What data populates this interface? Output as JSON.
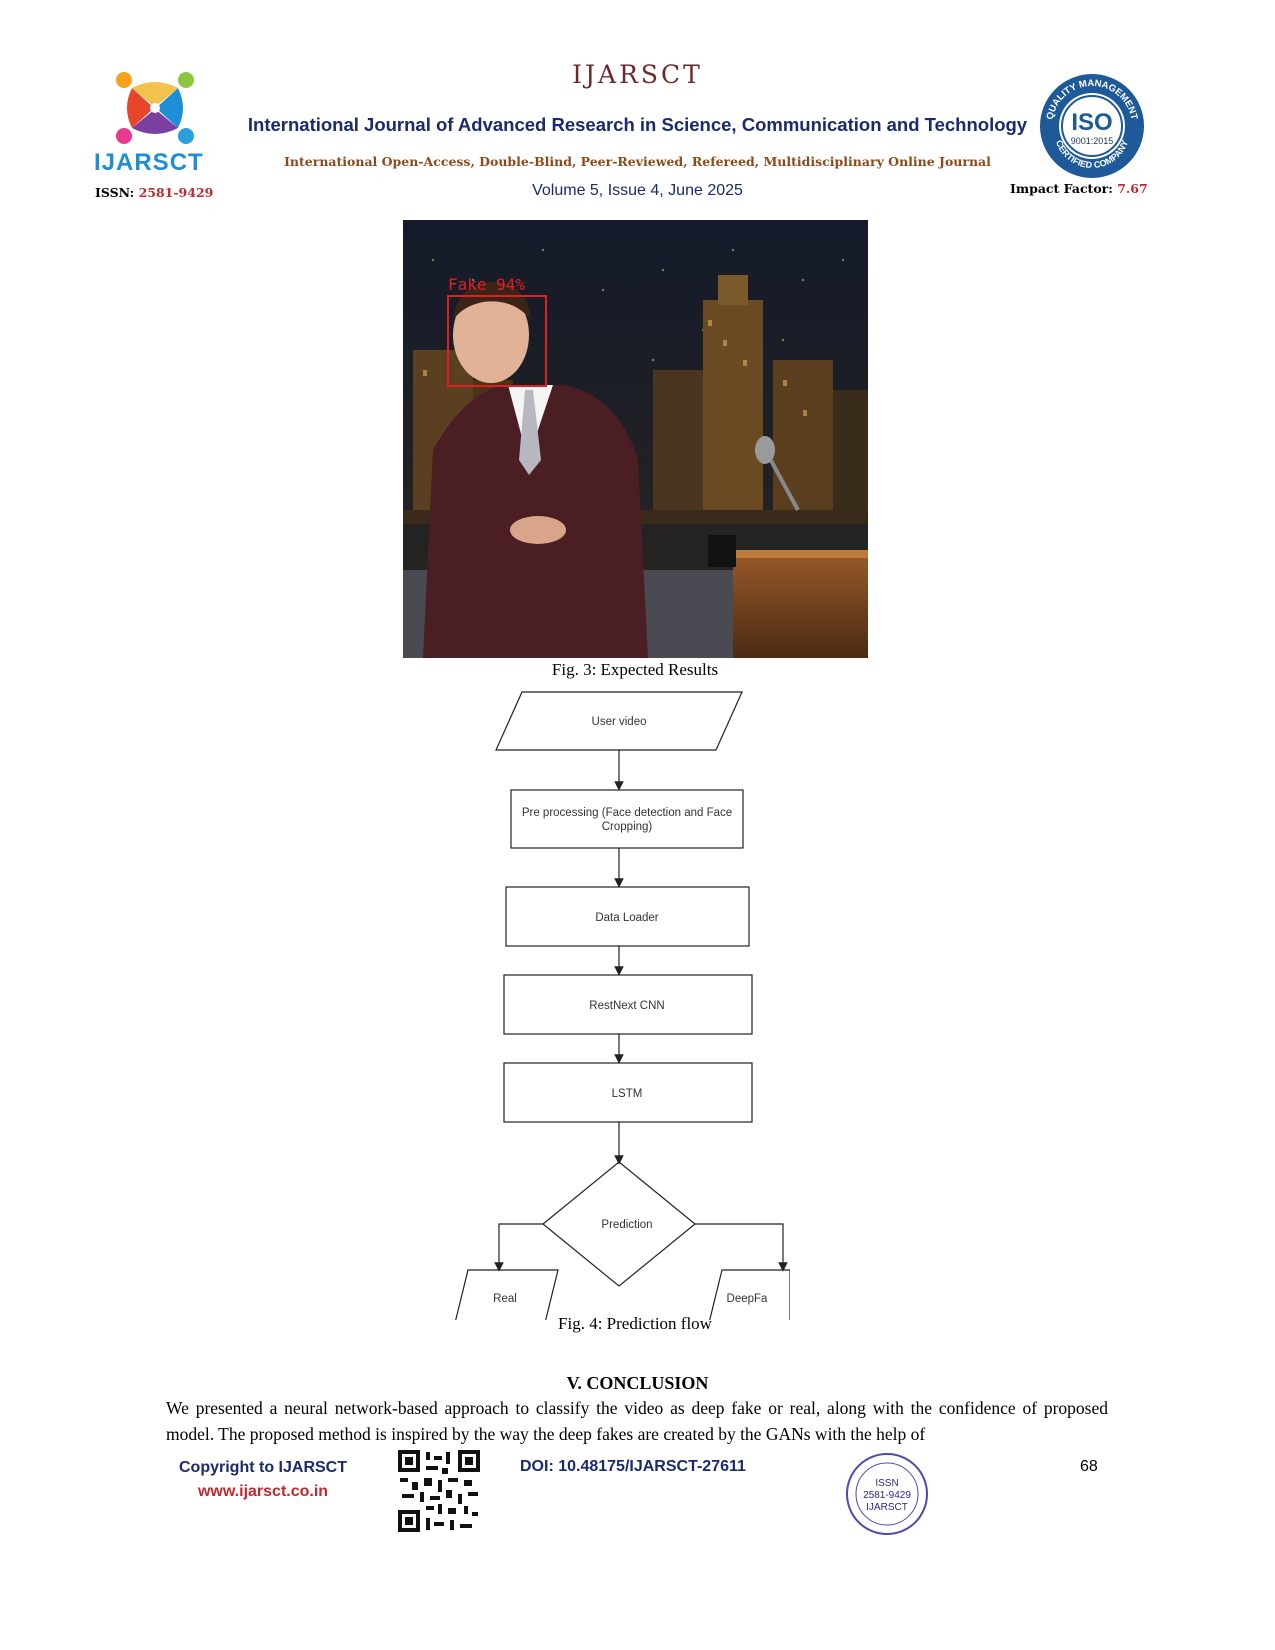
{
  "header": {
    "abbr": "IJARSCT",
    "logo_text": "IJARSCT",
    "journal_name": "International Journal of Advanced Research in Science, Communication and Technology",
    "journal_sub": "International Open-Access, Double-Blind, Peer-Reviewed, Refereed, Multidisciplinary Online Journal",
    "volume": "Volume 5, Issue 4, June 2025",
    "issn_label": "ISSN: ",
    "issn_value": "2581-9429",
    "impact_label": "Impact Factor: ",
    "impact_value": "7.67",
    "iso_big": "ISO",
    "iso_num": "9001:2015",
    "iso_ring_top": "QUALITY MANAGEMENT",
    "iso_ring_bottom": "CERTIFIED COMPANY"
  },
  "figure3": {
    "overlay_label": "Fake 94%",
    "caption": "Fig. 3: Expected Results"
  },
  "figure4": {
    "nodes": {
      "input": "User video",
      "preprocess_line1": "Pre processing (Face detection and Face",
      "preprocess_line2": "Cropping)",
      "loader": "Data Loader",
      "cnn": "RestNext CNN",
      "lstm": "LSTM",
      "decision": "Prediction",
      "out_real": "Real",
      "out_fake": "DeepFa"
    },
    "caption": "Fig. 4: Prediction flow"
  },
  "conclusion": {
    "title": "V. CONCLUSION",
    "text": "We presented a neural network-based approach to classify the video as deep fake or real, along with the confidence of proposed model. The proposed method is inspired by the way the deep fakes are created by the GANs with the help of"
  },
  "footer": {
    "copyright": "Copyright to IJARSCT",
    "url": "www.ijarsct.co.in",
    "doi": "DOI: 10.48175/IJARSCT-27611",
    "page": "68",
    "seal_line1": "ISSN",
    "seal_line2": "2581-9429",
    "seal_line3": "IJARSCT"
  }
}
